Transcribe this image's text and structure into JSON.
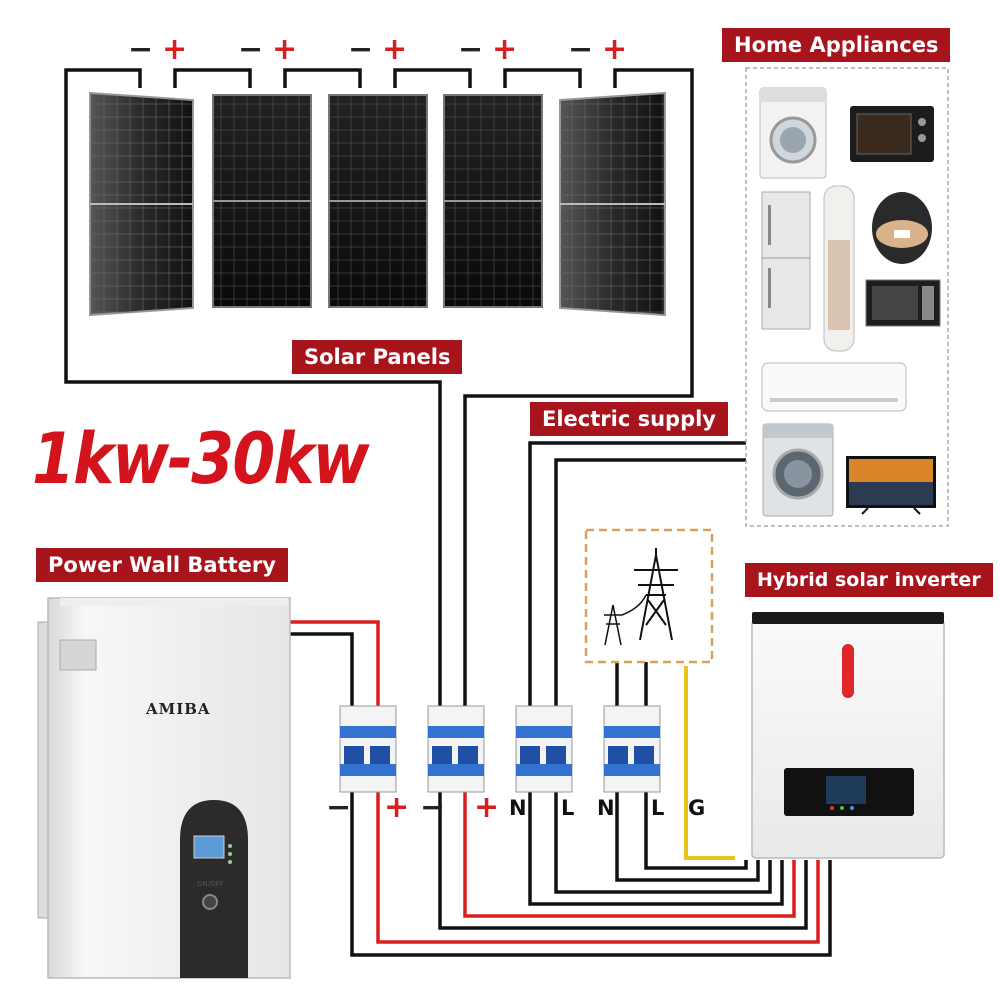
{
  "capacity_title": "1kw-30kw",
  "labels": {
    "home_appliances": "Home Appliances",
    "solar_panels": "Solar Panels",
    "electric_supply": "Electric supply",
    "power_wall_battery": "Power Wall Battery",
    "hybrid_inverter": "Hybrid solar inverter"
  },
  "panel_polarity": {
    "minus": "−",
    "plus": "+"
  },
  "battery_brand": "AMIBA",
  "battery_switch_label": "ON/OFF",
  "breaker_terminals": [
    "−",
    "+",
    "−",
    "+",
    "N",
    "L",
    "N",
    "L",
    "G"
  ],
  "colors": {
    "label_bg": "#a8141c",
    "title_red": "#d4141c",
    "wire_black": "#111111",
    "wire_red": "#d81e1e",
    "wire_yellow": "#e9c21e",
    "grid_box_dash": "#d8a25a"
  },
  "icons": [
    "solar-panel-icon",
    "washing-machine-icon",
    "oven-icon",
    "refrigerator-icon",
    "air-purifier-icon",
    "rice-cooker-icon",
    "microwave-icon",
    "air-conditioner-icon",
    "television-icon",
    "transmission-tower-icon",
    "circuit-breaker-icon"
  ]
}
